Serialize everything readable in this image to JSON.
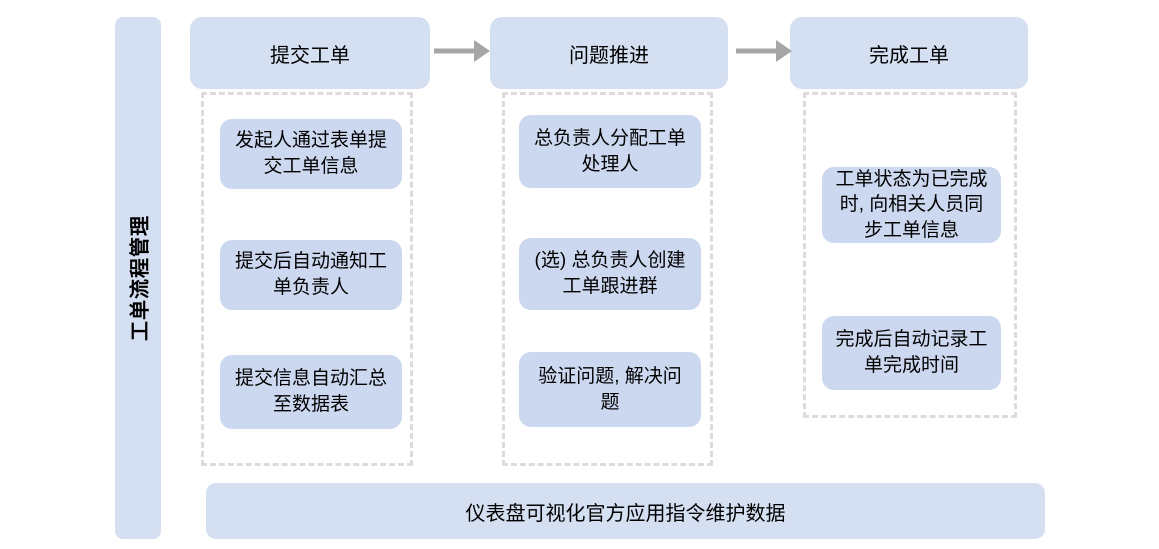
{
  "colors": {
    "box_fill": "#d5dff2",
    "item_fill": "#ccd8ef",
    "dashed_border": "#dcdcdc",
    "arrow": "#a6a6a6",
    "text": "#000000"
  },
  "sidebar": {
    "label": "工单流程管理"
  },
  "columns": [
    {
      "header": "提交工单",
      "items": [
        "发起人通过表单提\n交工单信息",
        "提交后自动通知工\n单负责人",
        "提交信息自动汇总\n至数据表"
      ]
    },
    {
      "header": "问题推进",
      "items": [
        "总负责人分配工单\n处理人",
        "(选) 总负责人创建\n工单跟进群",
        "验证问题, 解决问\n题"
      ]
    },
    {
      "header": "完成工单",
      "items": [
        "工单状态为已完成\n时, 向相关人员同\n步工单信息",
        "完成后自动记录工\n单完成时间"
      ]
    }
  ],
  "footer": {
    "label": "仪表盘可视化官方应用指令维护数据"
  }
}
